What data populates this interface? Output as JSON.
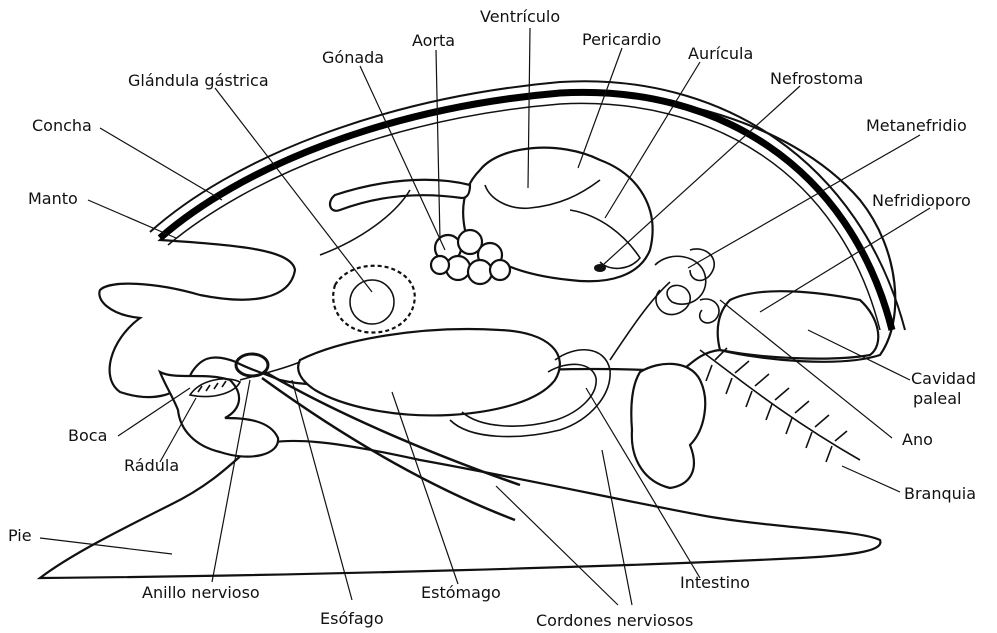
{
  "labels": {
    "ventriculo": "Ventrículo",
    "aorta": "Aorta",
    "pericardio": "Pericardio",
    "gonada": "Gónada",
    "auricula": "Aurícula",
    "glandula_gastrica": "Glándula gástrica",
    "nefrostoma": "Nefrostoma",
    "metanefridio": "Metanefridio",
    "concha": "Concha",
    "manto": "Manto",
    "nefridioporo": "Nefridioporo",
    "cavidad_paleal_1": "Cavidad",
    "cavidad_paleal_2": "paleal",
    "boca": "Boca",
    "ano": "Ano",
    "radula": "Rádula",
    "branquia": "Branquia",
    "pie": "Pie",
    "anillo_nervioso": "Anillo nervioso",
    "estomago": "Estómago",
    "intestino": "Intestino",
    "esofago": "Esófago",
    "cordones_nerviosos": "Cordones nerviosos"
  }
}
